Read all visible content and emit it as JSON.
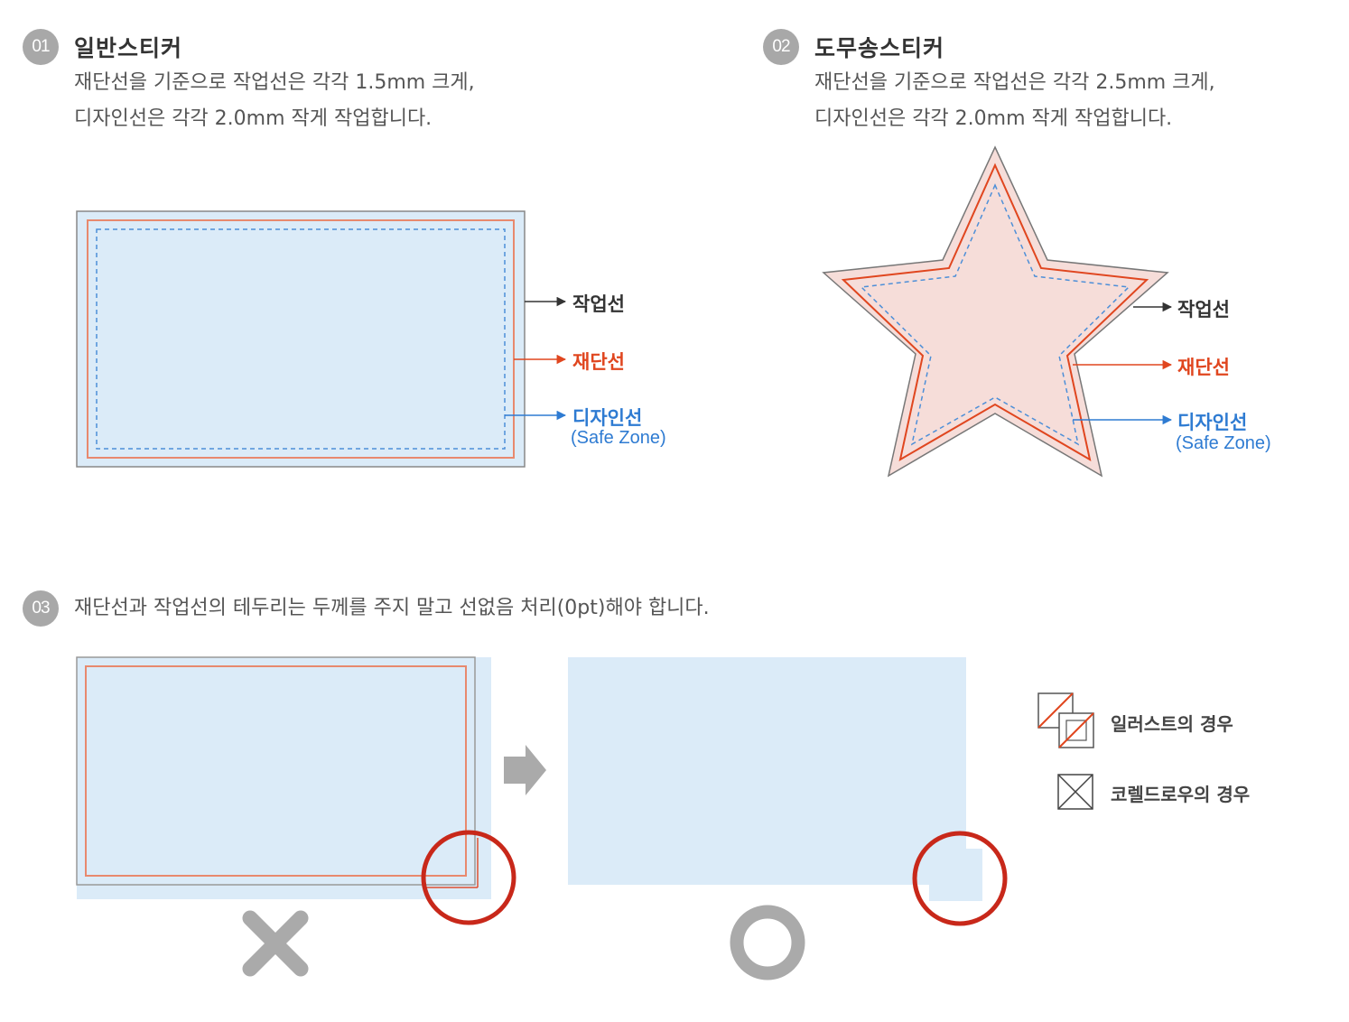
{
  "section1": {
    "number": "01",
    "title": "일반스티커",
    "desc_line1": "재단선을 기준으로 작업선은 각각 1.5mm 크게,",
    "desc_line2": "디자인선은 각각 2.0mm 작게 작업합니다."
  },
  "section2": {
    "number": "02",
    "title": "도무송스티커",
    "desc_line1": "재단선을 기준으로 작업선은 각각 2.5mm 크게,",
    "desc_line2": "디자인선은 각각 2.0mm 작게 작업합니다."
  },
  "section3": {
    "number": "03",
    "desc": "재단선과 작업선의 테두리는 두께를 주지 말고 선없음 처리(0pt)해야 합니다."
  },
  "labels": {
    "work_line": "작업선",
    "cut_line": "재단선",
    "design_line": "디자인선",
    "safe_zone": "(Safe Zone)"
  },
  "legend": {
    "illustrator": "일러스트의 경우",
    "coreldraw": "코렐드로우의 경우"
  },
  "colors": {
    "work": "#333333",
    "cut": "#e0461f",
    "design": "#2e7bd2",
    "fill_blue": "#dbebf8",
    "fill_pink": "#f6ddd9",
    "highlight": "#c8281a",
    "mark_gray": "#aaaaaa"
  }
}
